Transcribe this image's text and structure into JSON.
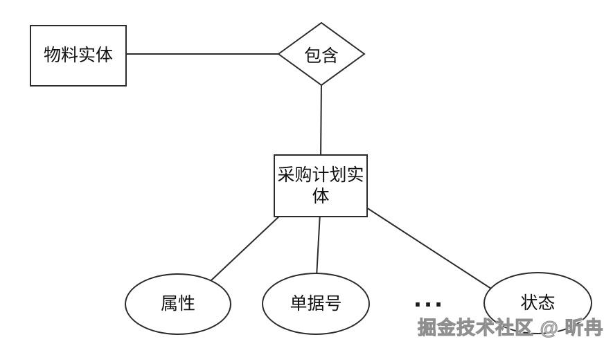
{
  "diagram": {
    "nodes": {
      "material_entity": {
        "label": "物料实体",
        "shape": "rectangle"
      },
      "contains": {
        "label": "包含",
        "shape": "diamond"
      },
      "purchase_plan_entity": {
        "label": "采购计划实体",
        "shape": "rectangle"
      },
      "attribute": {
        "label": "属性",
        "shape": "ellipse"
      },
      "document_number": {
        "label": "单据号",
        "shape": "ellipse"
      },
      "status": {
        "label": "状态",
        "shape": "ellipse"
      },
      "ellipsis": {
        "label": "...",
        "shape": "text"
      }
    },
    "edges": [
      {
        "from": "material_entity",
        "to": "contains"
      },
      {
        "from": "contains",
        "to": "purchase_plan_entity"
      },
      {
        "from": "purchase_plan_entity",
        "to": "attribute"
      },
      {
        "from": "purchase_plan_entity",
        "to": "document_number"
      },
      {
        "from": "purchase_plan_entity",
        "to": "status"
      }
    ],
    "watermark": "掘金技术社区 @ 昕冉",
    "colors": {
      "stroke": "#2b2b2b",
      "text": "#111111",
      "background": "#ffffff",
      "watermark_fill": "#c6c6c6",
      "watermark_stroke": "#8e8e8e"
    }
  }
}
